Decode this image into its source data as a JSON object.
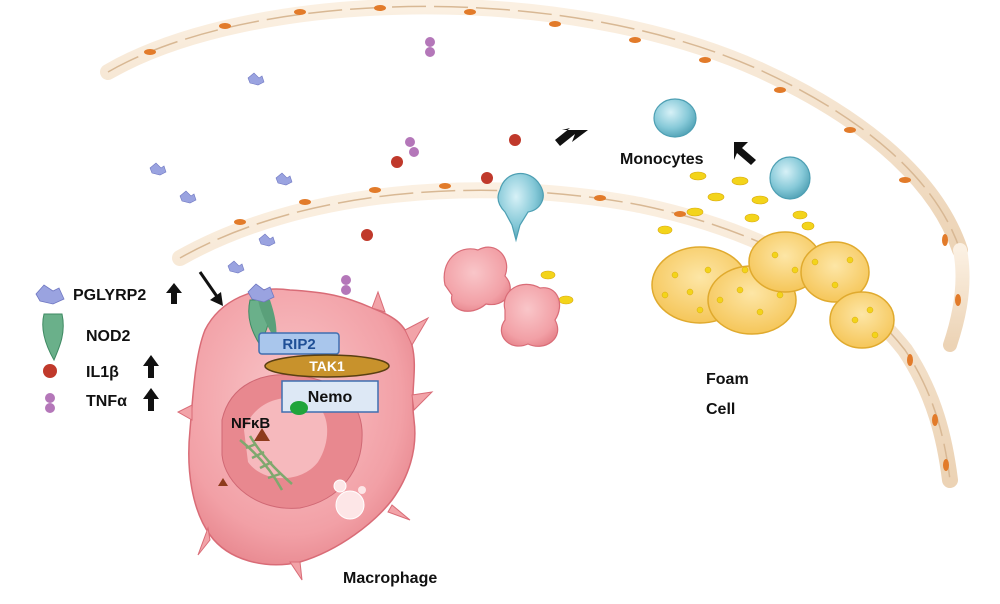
{
  "legend": {
    "items": [
      {
        "label": "PGLYRP2",
        "icon": "pglyrp2-protein-icon",
        "trend": "up-arrow"
      },
      {
        "label": "NOD2",
        "icon": "nod2-receptor-icon",
        "trend": ""
      },
      {
        "label": "IL1β",
        "icon": "il1b-dot-icon",
        "trend": "up-arrow"
      },
      {
        "label": "TNFα",
        "icon": "tnfa-double-dot-icon",
        "trend": "up-arrow"
      }
    ]
  },
  "labels": {
    "monocytes": "Monocytes",
    "foam_cell_line1": "Foam",
    "foam_cell_line2": "Cell",
    "macrophage": "Macrophage"
  },
  "signaling": {
    "rip2": "RIP2",
    "tak1": "TAK1",
    "nemo": "Nemo",
    "nfkb": "NFκB"
  },
  "colors": {
    "vessel_cell": "#f4e4cf",
    "vessel_nucleus": "#e27b2a",
    "macrophage": "#f2a3a8",
    "macrophage_inner": "#e8888f",
    "monocyte": "#7cc4d4",
    "foam_cell": "#f9cf62",
    "lipid": "#f3d41a",
    "il1b": "#c0392b",
    "tnfa": "#b477b9",
    "pglyrp2": "#9aa3e0",
    "nod2": "#6ab08a",
    "rip2_box": "#a9c6ec",
    "tak1_ellipse": "#c8922c",
    "nemo_box": "#dde8f5"
  }
}
